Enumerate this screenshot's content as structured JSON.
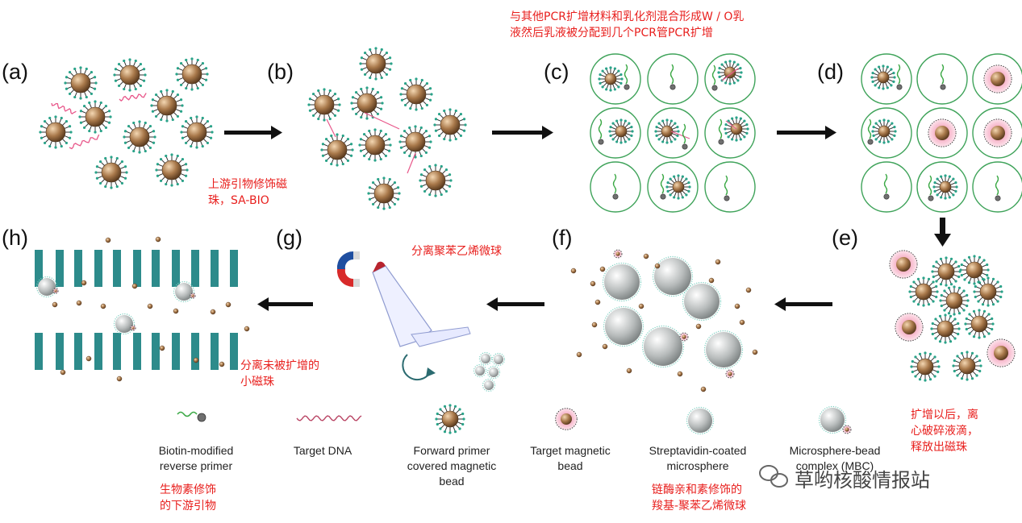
{
  "panels": {
    "a": "(a)",
    "b": "(b)",
    "c": "(c)",
    "d": "(d)",
    "e": "(e)",
    "f": "(f)",
    "g": "(g)",
    "h": "(h)"
  },
  "notes": {
    "c_top": "与其他PCR扩增材料和乳化剂混合形成W / O乳\n液然后乳液被分配到几个PCR管PCR扩增",
    "a_primer": "上游引物修饰磁\n珠，SA-BIO",
    "e_break": "扩增以后，离\n心破碎液滴，\n释放出磁珠",
    "g_separate": "分离聚苯乙烯微球",
    "h_separate": "分离未被扩增的\n小磁珠",
    "legend_biotin": "生物素修饰\n的下游引物",
    "legend_sa": "链酶亲和素修饰的\n羧基-聚苯乙烯微球"
  },
  "legend": {
    "biotin_primer": "Biotin-modified\nreverse primer",
    "target_dna": "Target DNA",
    "forward_bead": "Forward primer\ncovered magnetic\nbead",
    "target_bead": "Target magnetic\nbead",
    "sa_microsphere": "Streptavidin-coated\nmicrosphere",
    "mbc": "Microsphere-bead\ncomplex (MBC)"
  },
  "watermark": "草哟核酸情报站",
  "colors": {
    "bead": "#a0734a",
    "primer_tip": "#2aa389",
    "dna": "#e8578a",
    "droplet_edge": "#3fa35a",
    "microsphere": "#a9acac",
    "bar": "#2d8b8b",
    "annotation": "#e8201e"
  }
}
